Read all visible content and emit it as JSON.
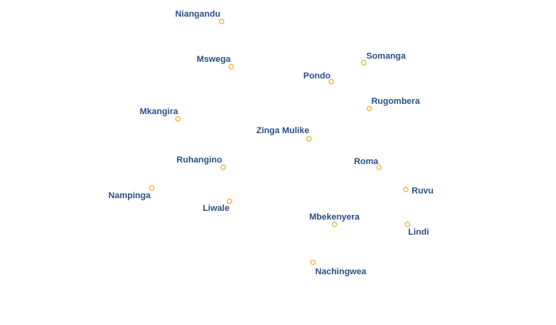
{
  "map": {
    "marker_color": "#f0b84a",
    "label_color": "#2c4f84",
    "label_halo_color": "#ffffff",
    "places": [
      {
        "name": "Niangandu"
      },
      {
        "name": "Mswega"
      },
      {
        "name": "Somanga"
      },
      {
        "name": "Pondo"
      },
      {
        "name": "Rugombera"
      },
      {
        "name": "Mkangira"
      },
      {
        "name": "Zinga Mulike"
      },
      {
        "name": "Ruhangino"
      },
      {
        "name": "Roma"
      },
      {
        "name": "Nampinga"
      },
      {
        "name": "Ruvu"
      },
      {
        "name": "Liwale"
      },
      {
        "name": "Mbekenyera"
      },
      {
        "name": "Lindi"
      },
      {
        "name": "Nachingwea"
      }
    ]
  }
}
